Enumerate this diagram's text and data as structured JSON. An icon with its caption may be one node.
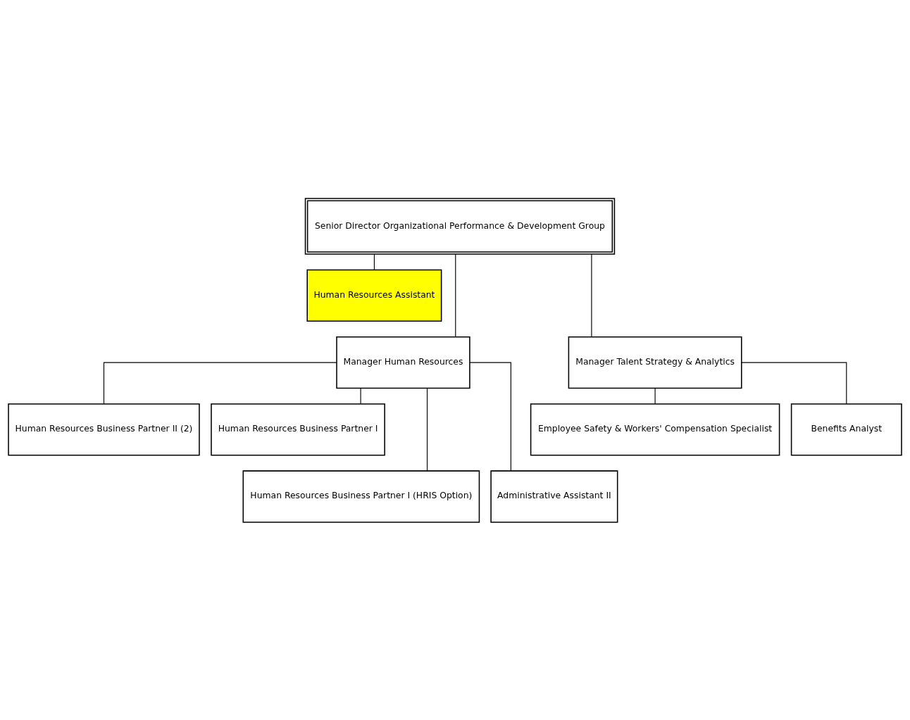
{
  "diagram": {
    "nodes": [
      {
        "text": [
          "Senior Director Organizational Performance & Development Group"
        ]
      },
      {
        "text": [
          "Human Resources Assistant"
        ]
      },
      {
        "text": [
          "Manager Human Resources"
        ]
      },
      {
        "text": [
          "Manager Talent Strategy & Analytics"
        ]
      },
      {
        "text": [
          "Human Resources Business Partner II (2)"
        ]
      },
      {
        "text": [
          "Human Resources Business Partner I"
        ]
      },
      {
        "text": [
          "Human Resources Business Partner I (HRIS Option)"
        ]
      },
      {
        "text": [
          "Administrative Assistant II"
        ]
      },
      {
        "text": [
          "Employee Safety & Workers' Compensation Specialist"
        ]
      },
      {
        "text": [
          "Benefits Analyst"
        ]
      }
    ],
    "edges": [
      {
        "from": 0,
        "to": 1,
        "arrow": "none"
      },
      {
        "from": 0,
        "to": 2,
        "arrow": "none"
      },
      {
        "from": 0,
        "to": 3,
        "arrow": "none"
      },
      {
        "from": 2,
        "to": 4,
        "arrow": "none"
      },
      {
        "from": 2,
        "to": 5,
        "arrow": "none"
      },
      {
        "from": 2,
        "to": 6,
        "arrow": "none"
      },
      {
        "from": 2,
        "to": 7,
        "arrow": "none"
      },
      {
        "from": 3,
        "to": 8,
        "arrow": "none"
      },
      {
        "from": 3,
        "to": 9,
        "arrow": "none"
      }
    ]
  }
}
